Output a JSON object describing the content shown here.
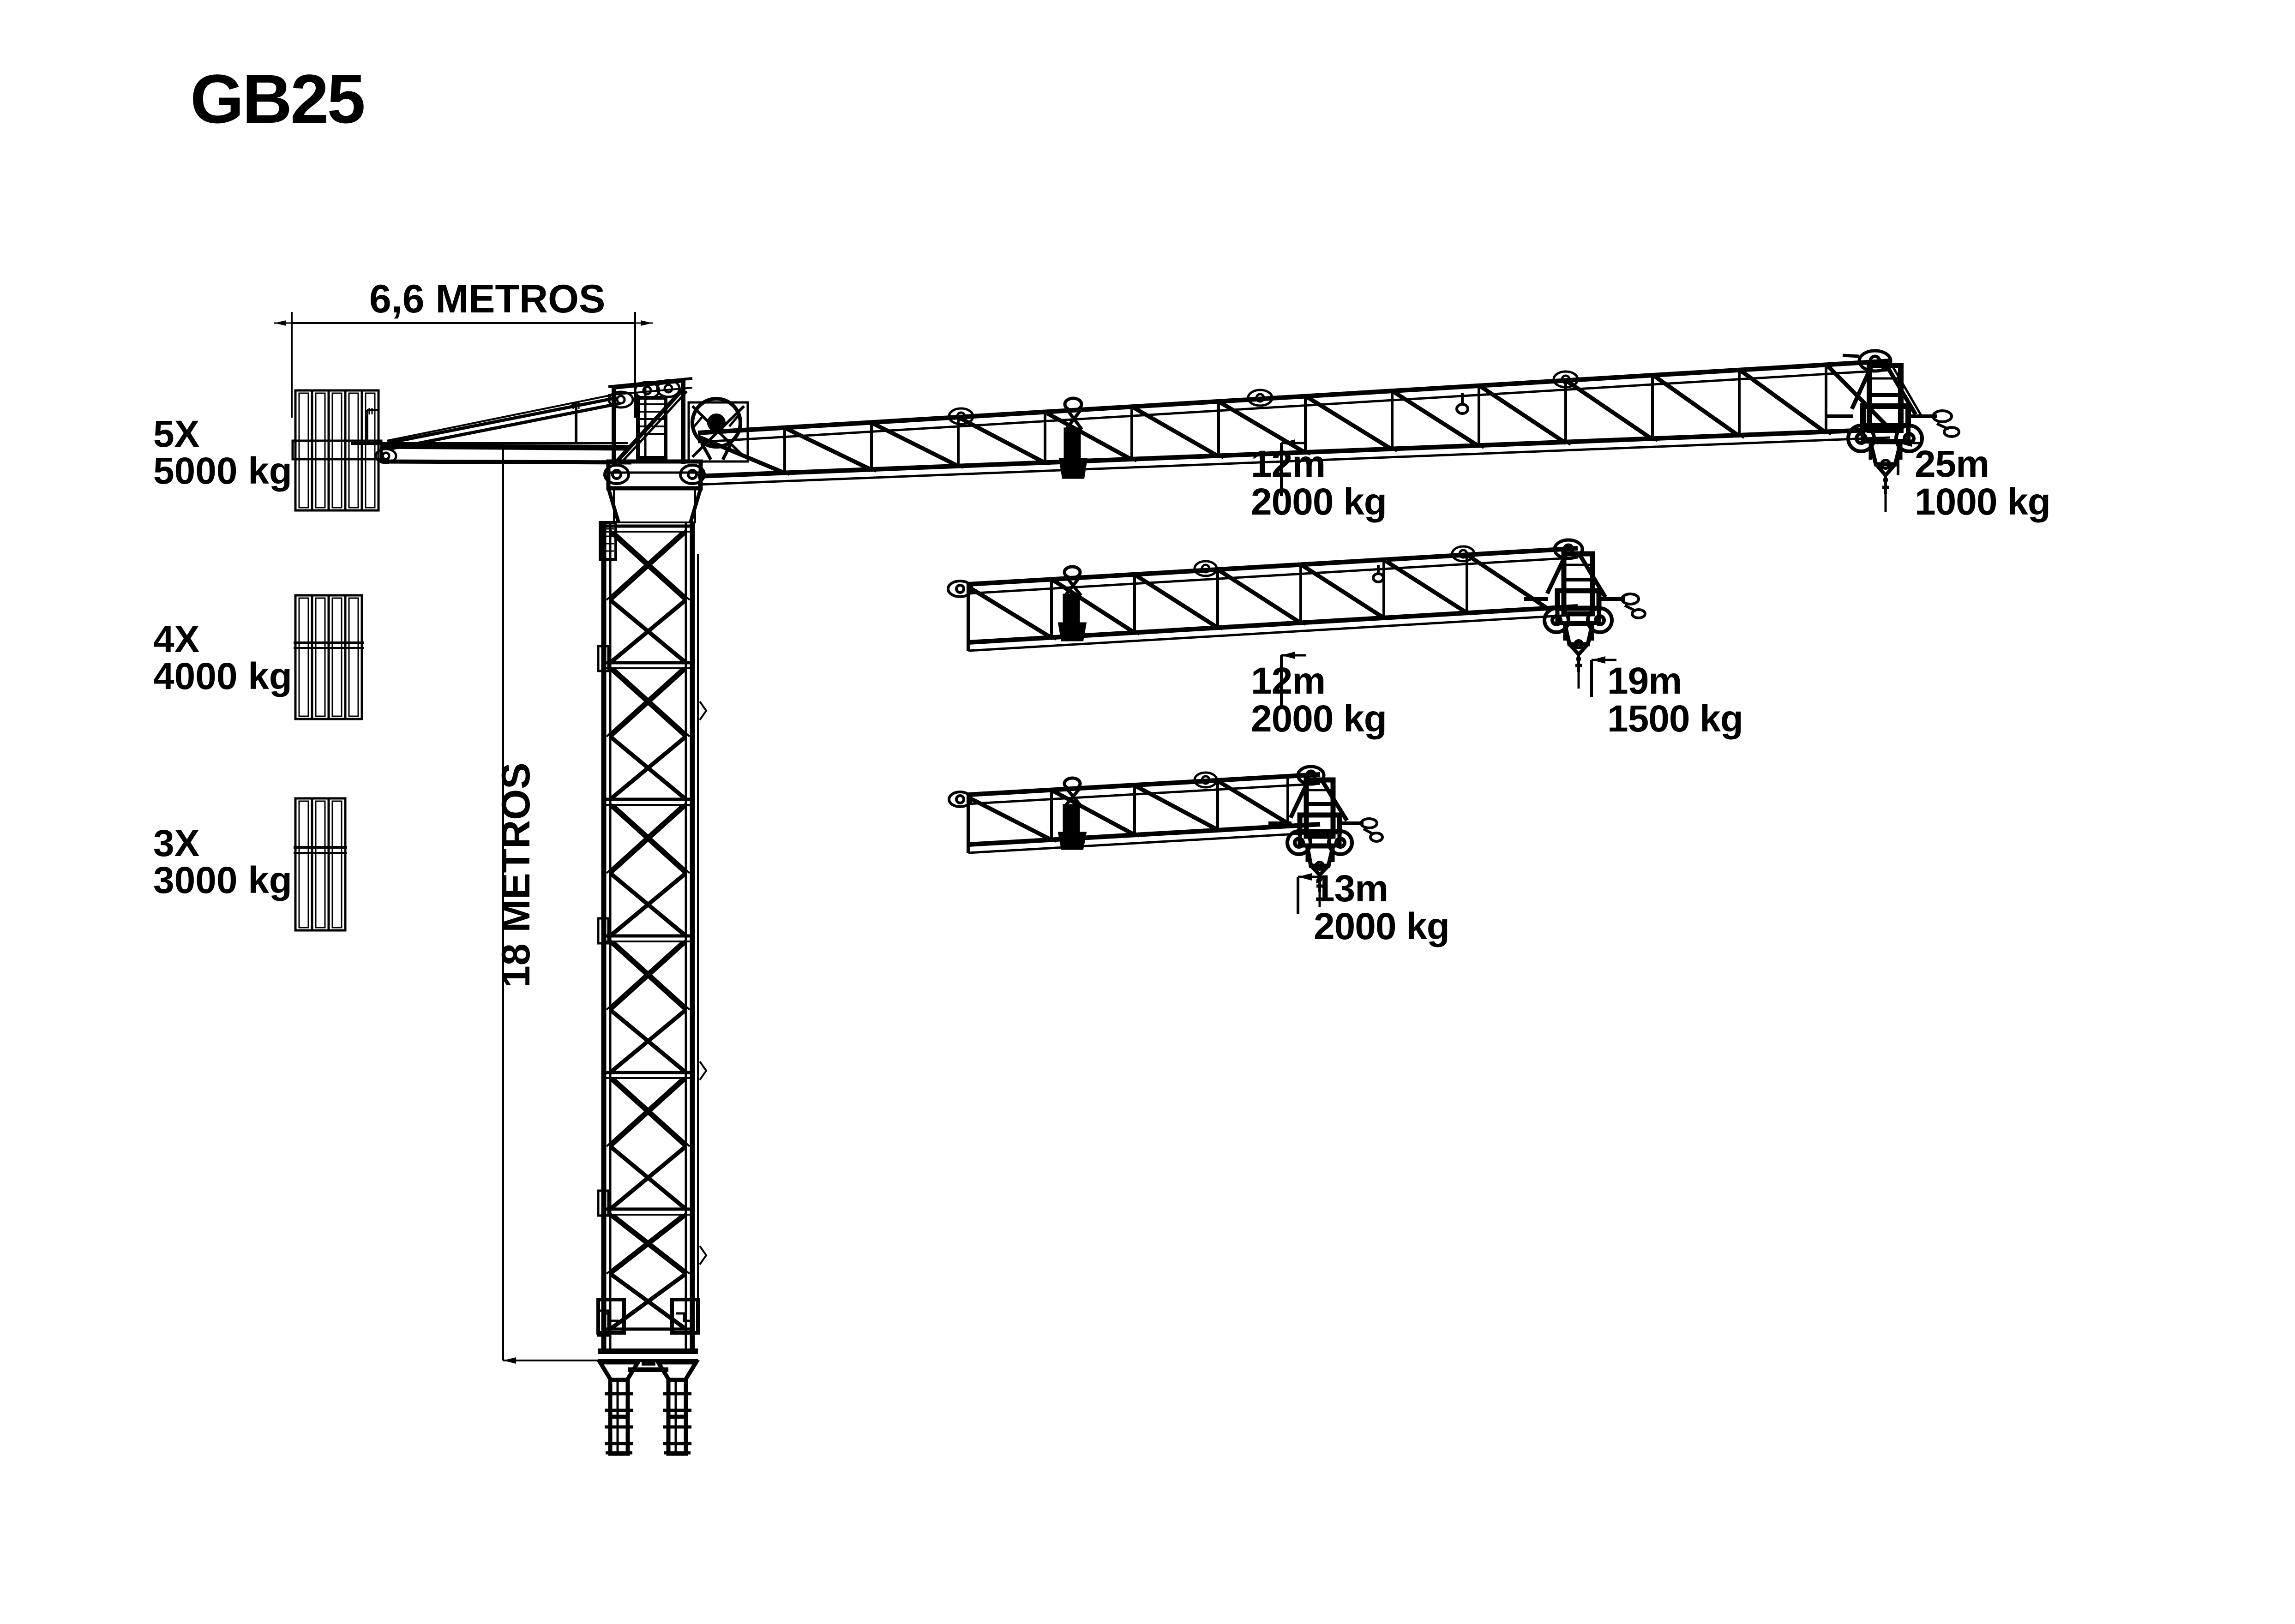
{
  "drawing": {
    "title": "GB25",
    "kind": "tower-crane-elevation-technical-drawing",
    "background_color": "#ffffff",
    "line_color": "#000000"
  },
  "dimensions": {
    "counter_jib_span": "6,6 METROS",
    "mast_height": "18 METROS"
  },
  "counterweights": [
    {
      "id": "cw-5x",
      "count_label": "5X",
      "mass_label": "5000 kg",
      "blocks": 5
    },
    {
      "id": "cw-4x",
      "count_label": "4X",
      "mass_label": "4000 kg",
      "blocks": 4
    },
    {
      "id": "cw-3x",
      "count_label": "3X",
      "mass_label": "3000 kg",
      "blocks": 3
    }
  ],
  "jib_configurations": [
    {
      "id": "jib-25m",
      "name": "main-jib-25m",
      "mid_radius": "12m",
      "mid_capacity": "2000 kg",
      "tip_radius": "25m",
      "tip_capacity": "1000 kg"
    },
    {
      "id": "jib-19m",
      "name": "jib-19m",
      "mid_radius": "12m",
      "mid_capacity": "2000 kg",
      "tip_radius": "19m",
      "tip_capacity": "1500 kg"
    },
    {
      "id": "jib-13m",
      "name": "jib-13m",
      "tip_radius": "13m",
      "tip_capacity": "2000 kg"
    }
  ]
}
